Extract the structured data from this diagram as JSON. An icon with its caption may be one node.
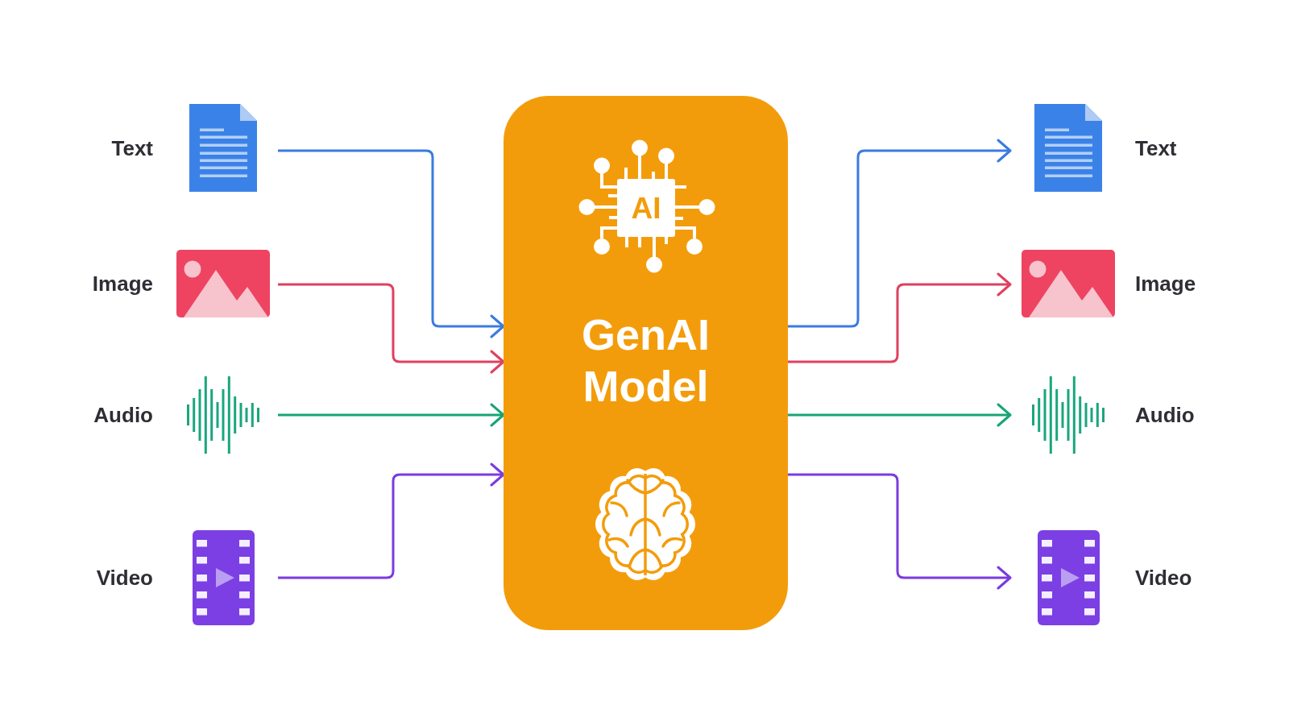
{
  "diagram": {
    "nodes": [
      {
        "text": [
          "Text"
        ]
      },
      {
        "text": [
          "Image"
        ]
      },
      {
        "text": [
          "Audio"
        ]
      },
      {
        "text": [
          "Video"
        ]
      },
      {
        "text": [
          "AI",
          "GenAI Model"
        ]
      },
      {
        "text": [
          "Text"
        ]
      },
      {
        "text": [
          "Image"
        ]
      },
      {
        "text": [
          "Audio"
        ]
      },
      {
        "text": [
          "Video"
        ]
      }
    ],
    "edges": [
      {
        "from": 0,
        "to": 4,
        "arrow": "to",
        "color": "#3a7be0"
      },
      {
        "from": 1,
        "to": 4,
        "arrow": "to",
        "color": "#e0405f"
      },
      {
        "from": 2,
        "to": 4,
        "arrow": "to",
        "color": "#17a477"
      },
      {
        "from": 3,
        "to": 4,
        "arrow": "to",
        "color": "#7a3be0"
      },
      {
        "from": 4,
        "to": 5,
        "arrow": "to",
        "color": "#3a7be0"
      },
      {
        "from": 4,
        "to": 6,
        "arrow": "to",
        "color": "#e0405f"
      },
      {
        "from": 4,
        "to": 7,
        "arrow": "to",
        "color": "#17a477"
      },
      {
        "from": 4,
        "to": 8,
        "arrow": "to",
        "color": "#7a3be0"
      }
    ]
  }
}
